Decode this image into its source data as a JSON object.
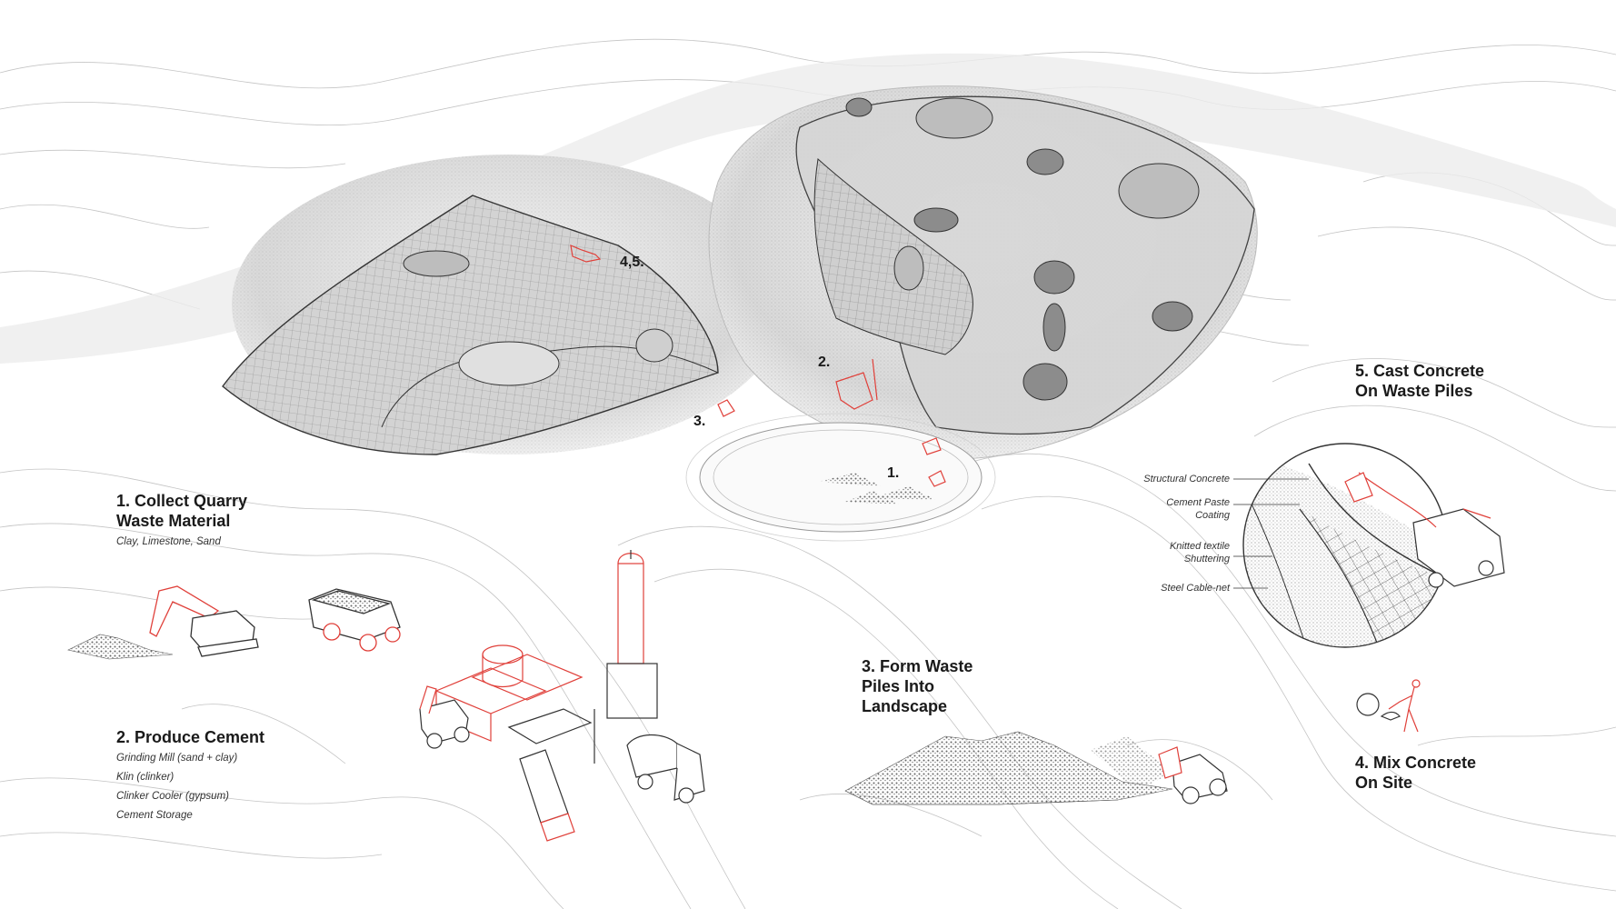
{
  "colors": {
    "contour": "#bdbdbd",
    "surface": "#8a8a8a",
    "machine_outline": "#e0403a",
    "text": "#1a1a1a"
  },
  "steps": {
    "collect": {
      "title_1": "1. Collect Quarry",
      "title_2": "Waste Material",
      "sub": "Clay, Limestone, Sand"
    },
    "cement": {
      "title": "2. Produce Cement",
      "items": [
        "Grinding Mill (sand + clay)",
        "Klin (clinker)",
        "Clinker Cooler (gypsum)",
        "Cement Storage"
      ]
    },
    "form": {
      "title_1": "3. Form Waste",
      "title_2": "Piles Into",
      "title_3": "Landscape"
    },
    "mix": {
      "title_1": "4. Mix Concrete",
      "title_2": "On Site"
    },
    "cast": {
      "title_1": "5. Cast Concrete",
      "title_2": "On Waste Piles"
    }
  },
  "markers": {
    "m45": "4,5.",
    "m3": "3.",
    "m2": "2.",
    "m1": "1."
  },
  "callouts": {
    "structural": "Structural Concrete",
    "paste_1": "Cement Paste",
    "paste_2": "Coating",
    "textile_1": "Knitted textile",
    "textile_2": "Shuttering",
    "cable": "Steel Cable-net"
  },
  "icons": [
    "excavator-icon",
    "dump-truck-icon",
    "cement-plant-icon",
    "backhoe-icon",
    "mixer-truck-icon",
    "wheel-loader-icon",
    "worker-icon",
    "concrete-pump-truck-icon"
  ]
}
